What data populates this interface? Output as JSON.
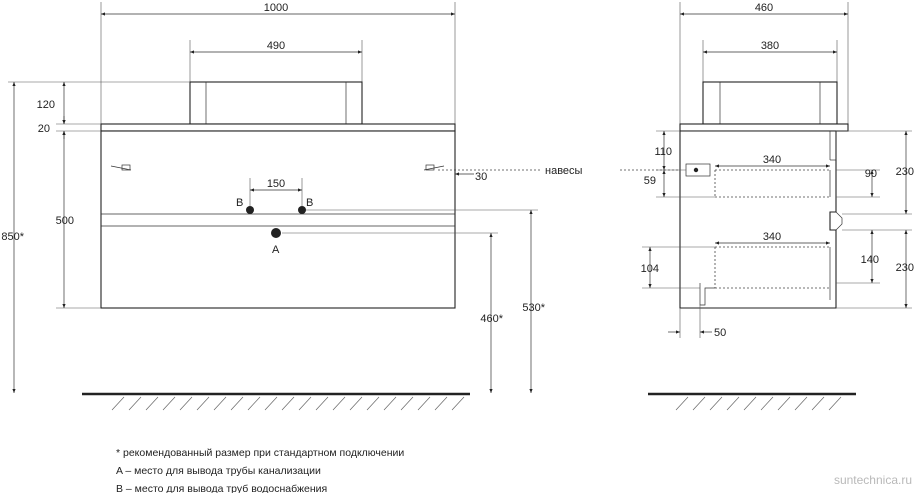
{
  "front_view": {
    "width_total": "1000",
    "basin_width": "490",
    "basin_height": "120",
    "top_thickness": "20",
    "cabinet_height": "500",
    "total_height": "850*",
    "pipe_spacing": "150",
    "side_offset": "30",
    "outlet_height": "460*",
    "supply_height": "530*",
    "label_b": "B",
    "label_a": "A",
    "hinges_label": "навесы"
  },
  "side_view": {
    "depth_total": "460",
    "basin_depth": "380",
    "dim_110": "110",
    "dim_59": "59",
    "drawer_depth_top": "340",
    "drawer_depth_bottom": "340",
    "dim_90": "90",
    "dim_230_top": "230",
    "dim_104": "104",
    "dim_140": "140",
    "dim_230_bottom": "230",
    "dim_50": "50"
  },
  "notes": [
    "* рекомендованный размер при стандартном подключении",
    "A – место для вывода трубы канализации",
    "B – место для вывода труб водоснабжения"
  ],
  "watermark": "suntechnica.ru"
}
